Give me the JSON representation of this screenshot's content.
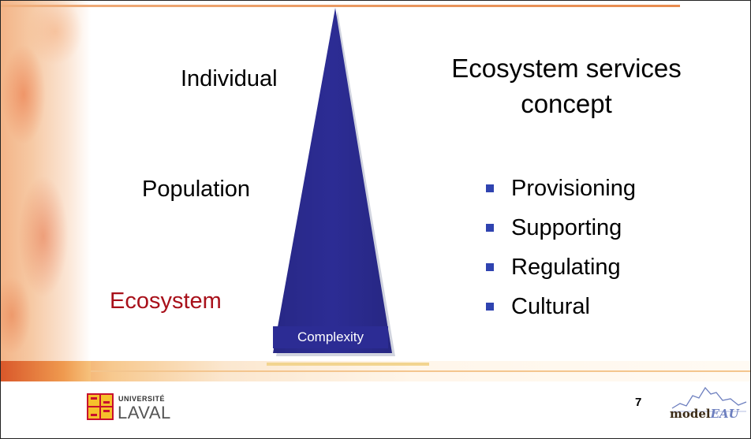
{
  "slide": {
    "title_lines": [
      "Ecosystem services",
      "concept"
    ],
    "levels": {
      "individual": "Individual",
      "population": "Population",
      "ecosystem": "Ecosystem"
    },
    "pyramid_label": "Complexity",
    "bullets": [
      "Provisioning",
      "Supporting",
      "Regulating",
      "Cultural"
    ],
    "page_number": "7",
    "colors": {
      "pyramid_fill": "#2c2c94",
      "ecosystem_text": "#a8101a",
      "bullet": "#2f43b0",
      "accent_orange": "#e8783b"
    }
  },
  "logos": {
    "university_small": "UNIVERSITÉ",
    "university_big": "LAVAL",
    "model_prefix": "model",
    "model_suffix": "EAU"
  }
}
